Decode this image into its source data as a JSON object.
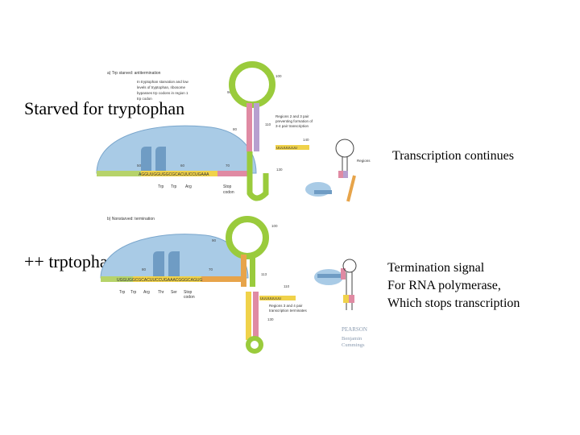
{
  "slide": {
    "starved": "Starved for tryptophan",
    "continues": "Transcription continues",
    "plus": "++ trptophan",
    "term_line1": "Termination signal",
    "term_line2": "For RNA polymerase,",
    "term_line3": "Which stops transcription"
  },
  "panel_a": {
    "heading": "a) Trp starved: antitermination",
    "caption_line1": "In tryptophan starvation and low",
    "caption_line2": "levels of tryptophan, ribosome",
    "caption_line3": "bypasses trp codons in region 1",
    "caption_line4": "trp codon",
    "num_100": "100",
    "num_90": "90",
    "num_110": "110",
    "num_80": "80",
    "num_140": "140",
    "num_130": "130",
    "num_70": "70",
    "num_50": "50",
    "num_60": "60",
    "region_note_line1": "Regions 2 and 3 pair",
    "region_note_line2": "preventing formation of",
    "region_note_line3": "3-4 pair transcription",
    "codons": [
      "Trp",
      "Trp",
      "Arg"
    ],
    "stop_codon_line1": "Stop",
    "stop_codon_line2": "codon",
    "regions_label": "Regions",
    "seq_main": "AGGUUGGUGGCGCACUUCCUGAAA",
    "seq_right": "UUUUUUUU"
  },
  "panel_b": {
    "heading": "b) Nonstarved: termination",
    "num_100": "100",
    "num_90": "90",
    "num_80": "80",
    "num_70": "70",
    "num_113": "113",
    "num_110": "110",
    "num_130": "130",
    "codons": [
      "Trp",
      "Trp",
      "Arg",
      "Thr",
      "Ser",
      "Stop"
    ],
    "stop_codon_line2": "codon",
    "region_note_line1": "Regions 3 and 4 pair",
    "region_note_line2": "transcription terminates",
    "seq_main": "UGGUGGCGCACUUCCUGAAACGGGCAGUG",
    "seq_right": "UUUUUUUU"
  },
  "publisher": {
    "line1": "PEARSON",
    "line2": "Benjamin",
    "line3": "Cummings"
  },
  "colors": {
    "ribosome": "#a9cbe6",
    "ribosome_dark": "#6f9cc4",
    "loop_green": "#9acb3c",
    "stem_pink": "#e08aa3",
    "stem_orange": "#e7a44a",
    "stem_purple": "#b7a0cf",
    "stem_yellow": "#f0d24a"
  }
}
